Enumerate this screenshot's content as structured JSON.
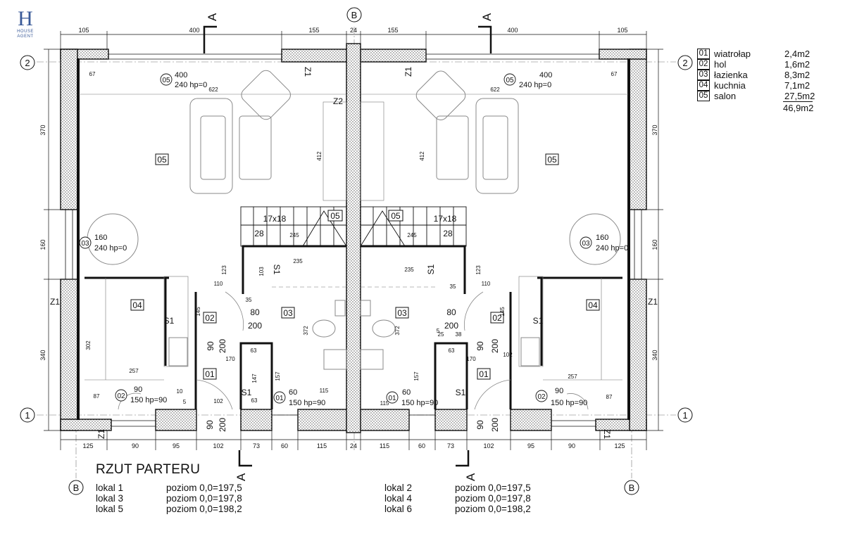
{
  "logo": {
    "letter": "H",
    "line1": "HOUSE",
    "line2": "AGENT"
  },
  "plan_title": "RZUT PARTERU",
  "section_marks": {
    "top": "A",
    "bottom": "A"
  },
  "axes": {
    "top": "B",
    "bottom_left": "B",
    "bottom_right": "B",
    "row_upper": "2",
    "row_lower": "1"
  },
  "dims_top": [
    "105",
    "400",
    "155",
    "24",
    "155",
    "400",
    "105"
  ],
  "dims_bottom": [
    "125",
    "90",
    "95",
    "102",
    "73",
    "60",
    "115",
    "24",
    "115",
    "60",
    "73",
    "102",
    "95",
    "90",
    "125"
  ],
  "dims_side_left": [
    "370",
    "160",
    "340"
  ],
  "dims_side_right": [
    "370",
    "160",
    "340"
  ],
  "inner_dims": {
    "d622": "622",
    "d412": "412",
    "d67": "67",
    "d245": "245",
    "d235": "235",
    "d123": "123",
    "d103": "103",
    "d110": "110",
    "d35": "35",
    "d145": "145",
    "d302": "302",
    "d257": "257",
    "d87": "87",
    "d10": "10",
    "d5": "5",
    "d102": "102",
    "d170": "170",
    "d63": "63",
    "d147": "147",
    "d157": "157",
    "d372": "372",
    "d115": "115",
    "d25": "25",
    "d38": "38",
    "d60": "60",
    "d200": "200",
    "d90": "90"
  },
  "wall_labels": {
    "z1": "Z1",
    "z2": "Z2",
    "s1": "S1"
  },
  "stairs": {
    "steps": "17x18",
    "tread": "28"
  },
  "room_tags": {
    "r01": "01",
    "r02": "02",
    "r03": "03",
    "r04": "04",
    "r05": "05"
  },
  "openings": {
    "w_top": {
      "tag": "05",
      "w": "400",
      "h": "240 hp=0"
    },
    "w_side": {
      "tag": "03",
      "w": "160",
      "h": "240 hp=0"
    },
    "w_bath": {
      "tag": "02",
      "w": "90",
      "h": "150 hp=90"
    },
    "w_entry": {
      "tag": "01",
      "w": "60",
      "h": "150 hp=90"
    },
    "d_bath": {
      "w": "80",
      "h": "200"
    },
    "d_entry": {
      "w": "90",
      "h": "200"
    }
  },
  "legend": {
    "rooms": [
      {
        "num": "01",
        "name": "wiatrołap",
        "area": "2,4m2"
      },
      {
        "num": "02",
        "name": "hol",
        "area": "1,6m2"
      },
      {
        "num": "03",
        "name": "łazienka",
        "area": "8,3m2"
      },
      {
        "num": "04",
        "name": "kuchnia",
        "area": "7,1m2"
      },
      {
        "num": "05",
        "name": "salon",
        "area": "27,5m2"
      }
    ],
    "total": "46,9m2"
  },
  "levels_left": [
    {
      "lokal": "lokal 1",
      "poziom": "poziom 0,0=197,5"
    },
    {
      "lokal": "lokal 3",
      "poziom": "poziom 0,0=197,8"
    },
    {
      "lokal": "lokal 5",
      "poziom": "poziom 0,0=198,2"
    }
  ],
  "levels_right": [
    {
      "lokal": "lokal 2",
      "poziom": "poziom 0,0=197,5"
    },
    {
      "lokal": "lokal 4",
      "poziom": "poziom 0,0=197,8"
    },
    {
      "lokal": "lokal 6",
      "poziom": "poziom 0,0=198,2"
    }
  ]
}
